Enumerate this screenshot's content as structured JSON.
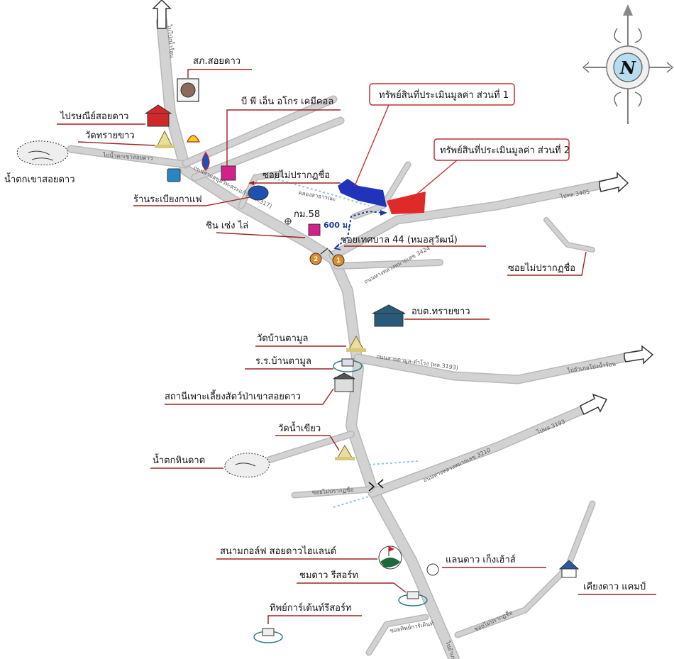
{
  "assets": {
    "parcel_1_label": "ทรัพย์สินที่ประเมินมูลค่า ส่วนที่ 1",
    "parcel_2_label": "ทรัพย์สินที่ประเมินมูลค่า ส่วนที่ 2",
    "parcel_1_color": "#2233bb",
    "parcel_2_color": "#e02a2a"
  },
  "compass": {
    "letter": "N"
  },
  "distance_label": "600 ม.",
  "km_label": "กม.58",
  "markers": {
    "m1": "1",
    "m2": "2"
  },
  "places": {
    "police": "สภ.สอยดาว",
    "pttgas": "บี พี เอ็น อโกร เคมีคอล",
    "post": "ไปรษณีย์สอยดาว",
    "temple_saikhao": "วัดทรายขาว",
    "waterfall_soidao": "น้ำตกเขาสอยดาว",
    "soi_noname_1": "ซอยไม่ปรากฏชื่อ",
    "coffee": "ร้านระเบียงกาแฟ",
    "chin": "ชิน เซ่ง ไล่",
    "soi_tessaban": "ซอยเทศบาล 44 (หมอสุวัฒน์)",
    "soi_noname_2": "ซอยไม่ปรากฏชื่อ",
    "obt": "อบต.ทรายขาว",
    "temple_tamun": "วัดบ้านตามูล",
    "school_tamun": "ร.ร.บ้านตามูล",
    "wildlife": "สถานีเพาะเลี้ยงสัตว์ป่าเขาสอยดาว",
    "temple_namkhiao": "วัดน้ำเขียว",
    "waterfall_hinlat": "น้ำตกหินดาด",
    "golf": "สนามกอล์ฟ สอยดาวไฮแลนด์",
    "landao": "แลนดาว เก็งเฮ้าส์",
    "chomdao": "ชมดาว รีสอร์ท",
    "khiangdao": "เคียงดาว แคมป์",
    "thipkan": "ทิพย์การ์เด้นท์รีสอร์ท"
  },
  "roads": {
    "to_pong_nam_ron_top": "ไปโป่งน้ำร้อน",
    "to_wat_khao_soidao": "ไปน้ำตกเขาสอยดาว",
    "hwy317": "ถนนสายสุขุมวิท-สระแก้ว (ทล.317)",
    "canal": "คลองสาธารณะ",
    "to_3405": "ไปทล.3405",
    "road_3424": "ถนนทางหลวงหมายเลข 3424",
    "tamun_road": "ถนนสายตามูล-ตำโรง (ทล.3193)",
    "to_pong_nam_ron_right": "ไปอำเภอโป่งน้ำร้อน",
    "to_3193": "ไปทล.3193",
    "road_3210": "ถนนทางหลวงหมายเลข 3210",
    "soi_noname_3": "ซอยไม่ปรากฏชื่อ",
    "soi_thipkan": "ซอยทิพย์การ์เด้นท์",
    "soi_noname_4": "ซอยไม่ปรากฏชื่อ",
    "to_bottom": "ไปอำเภอ"
  }
}
